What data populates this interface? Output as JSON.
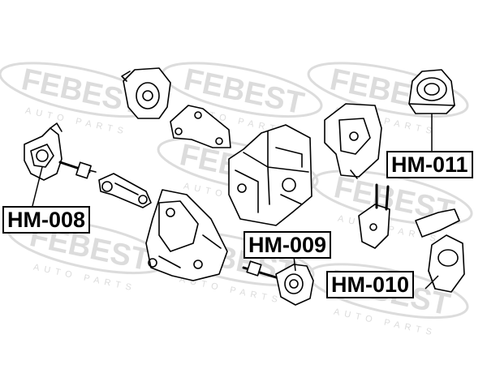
{
  "watermark": {
    "brand": "FEBEST",
    "tagline": "AUTO PARTS"
  },
  "labels": {
    "hm_008": "HM-008",
    "hm_009": "HM-009",
    "hm_010": "HM-010",
    "hm_011": "HM-011"
  },
  "colors": {
    "ink": "#000000",
    "watermark": "#d9d9d9",
    "background": "#ffffff"
  }
}
